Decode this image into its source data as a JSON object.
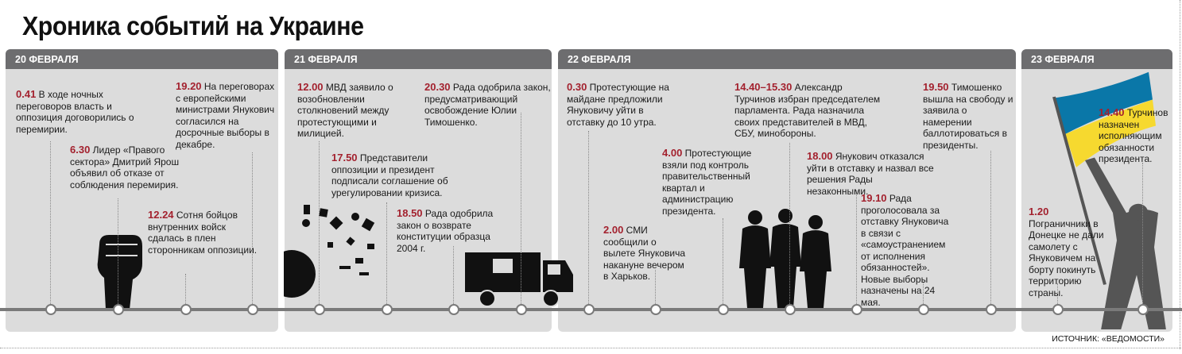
{
  "title": "Хроника событий на Украине",
  "source": "ИСТОЧНИК: «ВЕДОМОСТИ»",
  "colors": {
    "accent": "#a3212e",
    "header": "#6d6d6f",
    "panel": "#dcdcdc",
    "flag_blue": "#0a77a8",
    "flag_yellow": "#f6d92f"
  },
  "days": [
    {
      "label": "20 ФЕВРАЛЯ",
      "events": [
        {
          "time": "0.41",
          "text": "В ходе ночных переговоров власть и оппозиция договорились о перемирии."
        },
        {
          "time": "6.30",
          "text": "Лидер «Правого сектора» Дмитрий Ярош объявил об отказе от соблюдения перемирия."
        },
        {
          "time": "12.24",
          "text": "Сотня бойцов внутренних войск сдалась в плен сторонникам оппозиции."
        },
        {
          "time": "19.20",
          "text": "На переговорах с европейскими министрами Янукович согласился на досрочные выборы в декабре."
        }
      ]
    },
    {
      "label": "21 ФЕВРАЛЯ",
      "events": [
        {
          "time": "12.00",
          "text": "МВД заявило о возобновлении столкновений между протестующими и милицией."
        },
        {
          "time": "17.50",
          "text": "Представители оппозиции и президент подписали соглашение об урегулировании кризиса."
        },
        {
          "time": "18.50",
          "text": "Рада одобрила закон о возврате конституции образца 2004 г."
        },
        {
          "time": "20.30",
          "text": "Рада одобрила закон, предусматривающий освобождение Юлии Тимошенко."
        }
      ]
    },
    {
      "label": "22 ФЕВРАЛЯ",
      "events": [
        {
          "time": "0.30",
          "text": "Протестующие на майдане предложили Януковичу уйти в отставку до 10 утра."
        },
        {
          "time": "2.00",
          "text": "СМИ сообщили о вылете Януковича накануне вечером в Харьков."
        },
        {
          "time": "4.00",
          "text": "Протестующие взяли под контроль правительственный квартал и администрацию президента."
        },
        {
          "time": "14.40–15.30",
          "text": "Александр Турчинов избран председателем парламента. Рада назначила своих представителей в МВД, СБУ, минобороны."
        },
        {
          "time": "18.00",
          "text": "Янукович отказался уйти в отставку и назвал все решения Рады незаконными."
        },
        {
          "time": "19.10",
          "text": "Рада проголосовала за отставку Януковича в связи с «самоустранением от исполнения обязанностей». Новые выборы назначены на 24 мая."
        },
        {
          "time": "19.50",
          "text": "Тимошенко вышла на свободу и заявила о намерении баллотироваться в президенты."
        }
      ]
    },
    {
      "label": "23 ФЕВРАЛЯ",
      "events": [
        {
          "time": "1.20",
          "text": "Пограничники в Донецке не дали самолету с Януковичем на борту покинуть территорию страны."
        },
        {
          "time": "14.40",
          "text": "Турчинов назначен исполняющим обязанности президента."
        }
      ]
    }
  ]
}
